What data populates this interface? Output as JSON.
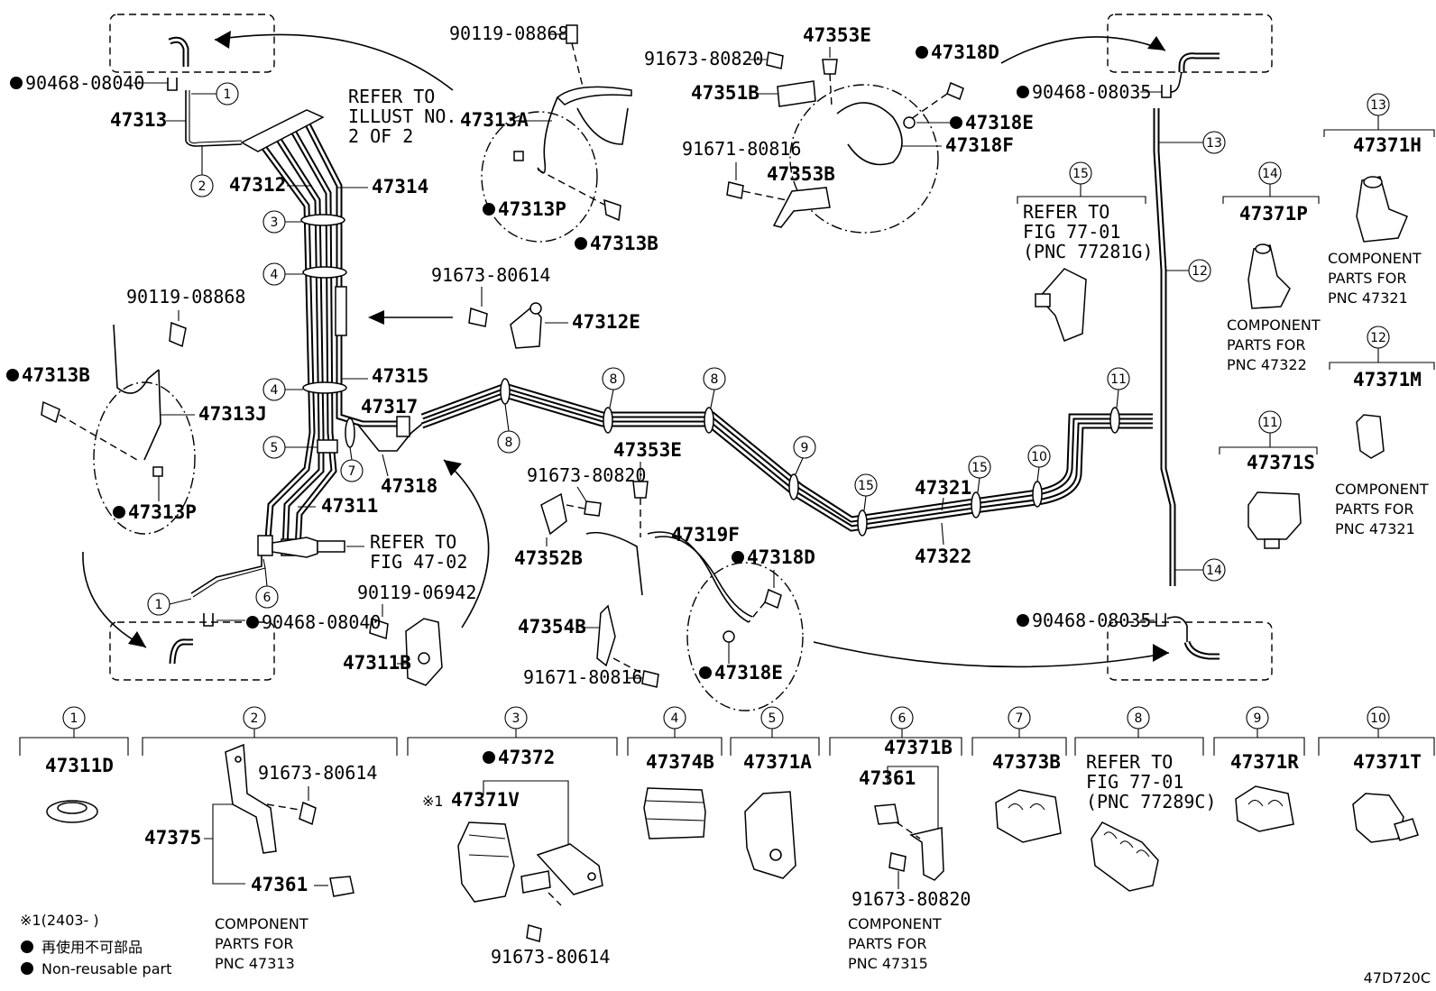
{
  "diagram_code": "47D720C",
  "legend": {
    "footnote": "※1(2403-    )",
    "non_reusable_jp": "再使用不可部品",
    "non_reusable_en": "Non-reusable part"
  },
  "callouts": {
    "c1": "1",
    "c2": "2",
    "c3": "3",
    "c4": "4",
    "c5": "5",
    "c6": "6",
    "c7": "7",
    "c8": "8",
    "c9": "9",
    "c10": "10",
    "c11": "11",
    "c12": "12",
    "c13": "13",
    "c14": "14",
    "c15": "15"
  },
  "labels": {
    "p90119_08868_top": "90119-08868",
    "p90468_08040_top": "90468-08040",
    "p47313": "47313",
    "refer_illust_1": "REFER TO",
    "refer_illust_2": "ILLUST NO.",
    "refer_illust_3": "2 OF 2",
    "p47313A": "47313A",
    "p47313P_top": "47313P",
    "p47313B_top": "47313B",
    "p47312": "47312",
    "p47314": "47314",
    "p91673_80614_mid": "91673-80614",
    "p47312E": "47312E",
    "p90119_08868_left": "90119-08868",
    "p47313B_left": "47313B",
    "p47313J": "47313J",
    "p47313P_left": "47313P",
    "p47315": "47315",
    "p47317": "47317",
    "p47318": "47318",
    "p47311": "47311",
    "refer_fig4702_1": "REFER TO",
    "refer_fig4702_2": "FIG 47-02",
    "p90119_06942": "90119-06942",
    "p90468_08040_bottom": "90468-08040",
    "p47311B": "47311B",
    "p91673_80820_top": "91673-80820",
    "p47353E_top": "47353E",
    "p47318D_top": "47318D",
    "p47351B": "47351B",
    "p47318E_top": "47318E",
    "p47318F": "47318F",
    "p91671_80816_top": "91671-80816",
    "p47353B": "47353B",
    "p90468_08035_top": "90468-08035",
    "p90468_08035_bottom": "90468-08035",
    "refer_fig7701_a1": "REFER TO",
    "refer_fig7701_a2": "FIG 77-01",
    "refer_fig7701_a3": "(PNC 77281G)",
    "p47371H": "47371H",
    "p47371P": "47371P",
    "comp_47321_a1": "COMPONENT",
    "comp_47321_a2": "PARTS FOR",
    "comp_47321_a3": "PNC 47321",
    "comp_47322_1": "COMPONENT",
    "comp_47322_2": "PARTS FOR",
    "comp_47322_3": "PNC 47322",
    "p47371M": "47371M",
    "p47371S": "47371S",
    "comp_47321_b1": "COMPONENT",
    "comp_47321_b2": "PARTS FOR",
    "comp_47321_b3": "PNC 47321",
    "p47353E_mid": "47353E",
    "p91673_80820_mid": "91673-80820",
    "p47319F": "47319F",
    "p47352B": "47352B",
    "p47318D_mid": "47318D",
    "p47354B": "47354B",
    "p47318E_mid": "47318E",
    "p91671_80816_mid": "91671-80816",
    "p47321": "47321",
    "p47322": "47322",
    "p47311D": "47311D",
    "p91673_80614_bottom": "91673-80614",
    "p47375": "47375",
    "p47361_bottom": "47361",
    "comp_47313_1": "COMPONENT",
    "comp_47313_2": "PARTS FOR",
    "comp_47313_3": "PNC 47313",
    "p47372": "47372",
    "p47371V": "47371V",
    "x1_mark": "※1",
    "p91673_80614_b3": "91673-80614",
    "p47374B": "47374B",
    "p47371A": "47371A",
    "p47371B": "47371B",
    "p47361_b6": "47361",
    "p91673_80820_b6": "91673-80820",
    "comp_47315_1": "COMPONENT",
    "comp_47315_2": "PARTS FOR",
    "comp_47315_3": "PNC 47315",
    "p47373B": "47373B",
    "refer_fig7701_b1": "REFER TO",
    "refer_fig7701_b2": "FIG 77-01",
    "refer_fig7701_b3": "(PNC 77289C)",
    "p47371R": "47371R",
    "p47371T": "47371T"
  }
}
